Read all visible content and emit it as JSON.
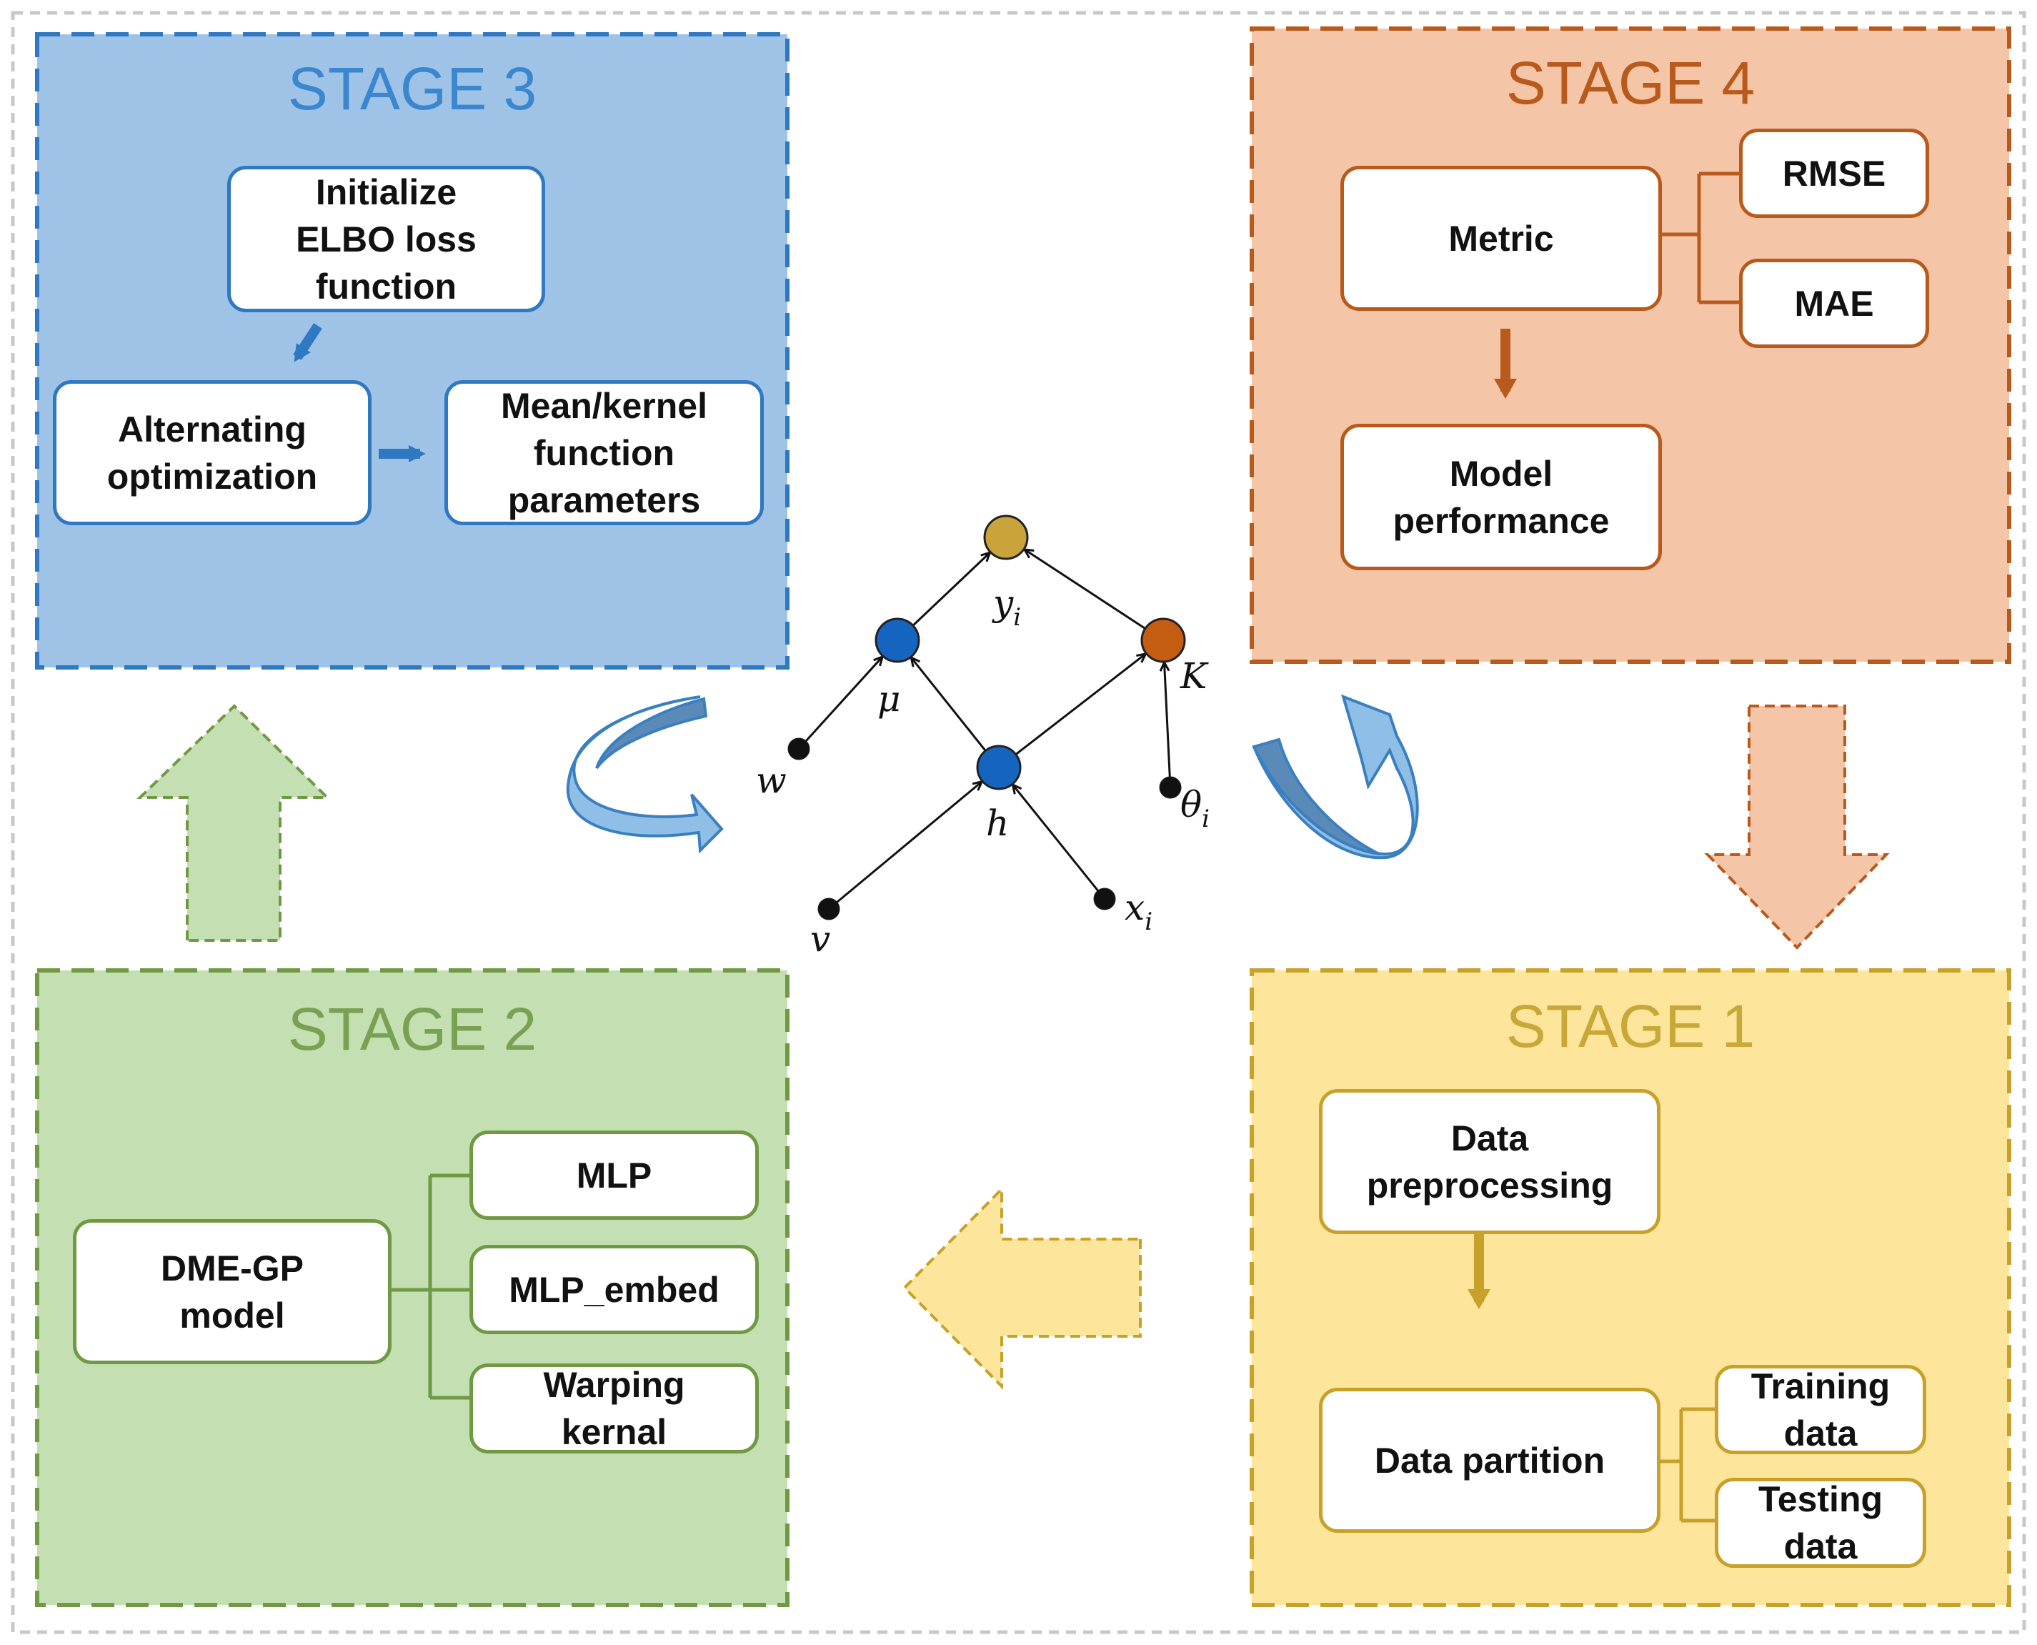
{
  "colors": {
    "stage3_fill": "#9fc3e7",
    "stage3_line": "#2f78c2",
    "stage3_text": "#3a86cf",
    "stage4_fill": "#f5c5a8",
    "stage4_line": "#b85a1c",
    "stage4_text": "#b85a1c",
    "stage2_fill": "#c4dfb2",
    "stage2_line": "#6f9a43",
    "stage2_text": "#79a153",
    "stage1_fill": "#fde59b",
    "stage1_line": "#c7a12a",
    "stage1_text": "#c9a83a",
    "node_blue": "#1565c0",
    "node_orange": "#c45d12",
    "node_gold": "#c9a43a",
    "node_black": "#111111"
  },
  "stage3": {
    "title": "STAGE 3",
    "init_elbo": "Initialize\nELBO loss\nfunction",
    "alt_opt": "Alternating\noptimization",
    "mean_kernel": "Mean/kernel\nfunction\nparameters"
  },
  "stage4": {
    "title": "STAGE 4",
    "metric": "Metric",
    "rmse": "RMSE",
    "mae": "MAE",
    "model_perf": "Model\nperformance"
  },
  "stage2": {
    "title": "STAGE 2",
    "dme_gp": "DME-GP\nmodel",
    "mlp": "MLP",
    "mlp_embed": "MLP_embed",
    "warping": "Warping\nkernal"
  },
  "stage1": {
    "title": "STAGE 1",
    "preprocessing": "Data\npreprocessing",
    "partition": "Data partition",
    "training": "Training\ndata",
    "testing": "Testing\ndata"
  },
  "graph": {
    "y": "y",
    "y_sub": "i",
    "mu": "μ",
    "K": "K",
    "w": "w",
    "h": "h",
    "theta": "θ",
    "theta_sub": "i",
    "v": "v",
    "x": "x",
    "x_sub": "i"
  }
}
